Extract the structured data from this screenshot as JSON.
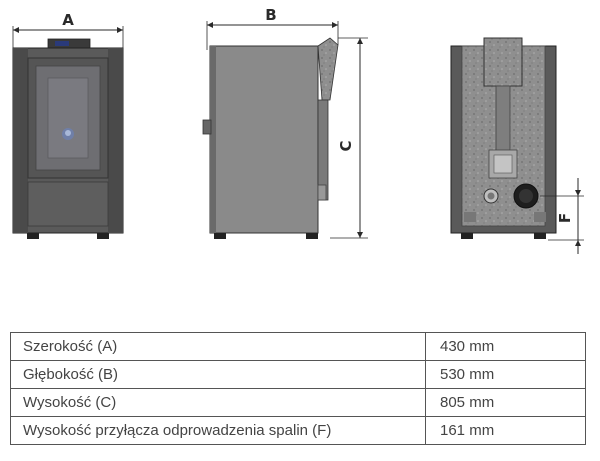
{
  "dimension_letters": {
    "front_width": "A",
    "side_depth": "B",
    "side_height": "C",
    "rear_flue_height": "F"
  },
  "specs": [
    {
      "label": "Szerokość (A)",
      "value": "430 mm"
    },
    {
      "label": "Głębokość (B)",
      "value": "530 mm"
    },
    {
      "label": "Wysokość (C)",
      "value": "805 mm"
    },
    {
      "label": "Wysokość przyłącza odprowadzenia spalin (F)",
      "value": "161 mm"
    }
  ],
  "colors": {
    "body_dark": "#5a5a5a",
    "body_mid": "#8a8a8a",
    "glass": "#6e6e72",
    "stone": "#9a9a9a",
    "line": "#2a2a2a"
  }
}
